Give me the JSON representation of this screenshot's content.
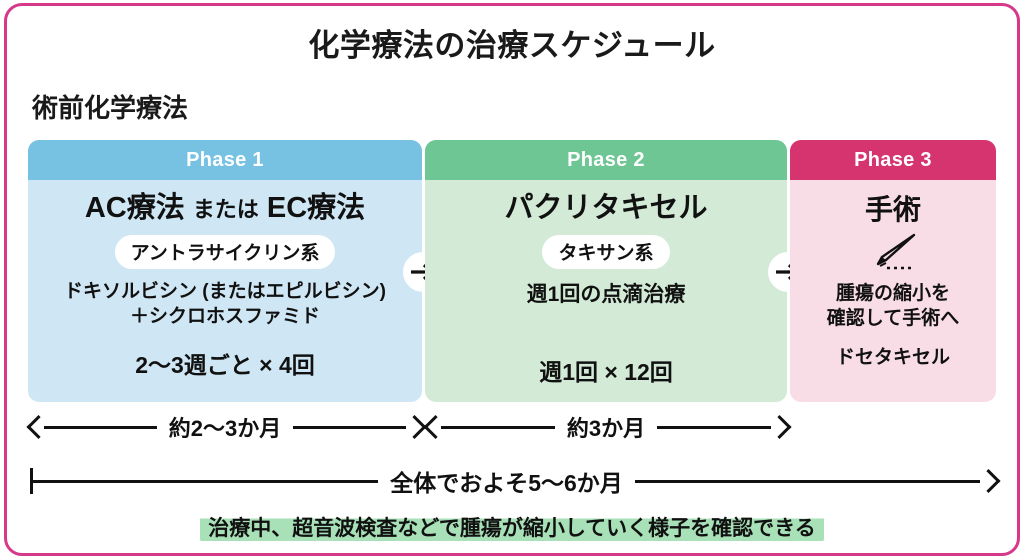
{
  "header": {
    "title": "化学療法の治療スケジュール",
    "section_title": "術前化学療法"
  },
  "colors": {
    "frame_border": "#d6398a",
    "phase1_head": "#77c2e2",
    "phase1_body": "#cfe7f4",
    "phase2_head": "#6ec694",
    "phase2_body": "#d2ead6",
    "phase3_head": "#d6346f",
    "phase3_body": "#f8dde7",
    "highlight": "#a8e0b8",
    "text": "#111111"
  },
  "phases": [
    {
      "label": "Phase 1",
      "drug_main": "AC療法",
      "drug_conn": "または",
      "drug_alt": "EC療法",
      "class_badge": "アントラサイクリン系",
      "detail_line1": "ドキソルビシン (またはエピルビシン)",
      "detail_line2": "＋シクロホスファミド",
      "frequency": "2〜3週ごと × 4回"
    },
    {
      "label": "Phase 2",
      "drug_main": "パクリタキセル",
      "class_badge": "タキサン系",
      "detail_line1": "週1回の点滴治療",
      "frequency": "週1回 × 12回"
    },
    {
      "label": "Phase 3",
      "drug_main": "手術",
      "icon": "scalpel-icon",
      "detail_line1": "腫瘍の縮小を",
      "detail_line2": "確認して手術へ",
      "frequency": "ドセタキセル"
    }
  ],
  "connectors": [
    {
      "icon": "arrow-right-icon"
    },
    {
      "icon": "arrow-right-icon"
    }
  ],
  "timeline": {
    "phase1_duration": "約2〜3か月",
    "phase2_duration": "約3か月",
    "total_duration": "全体でおよそ5〜6か月"
  },
  "caption": "治療中、超音波検査などで腫瘍が縮小していく様子を確認できる"
}
